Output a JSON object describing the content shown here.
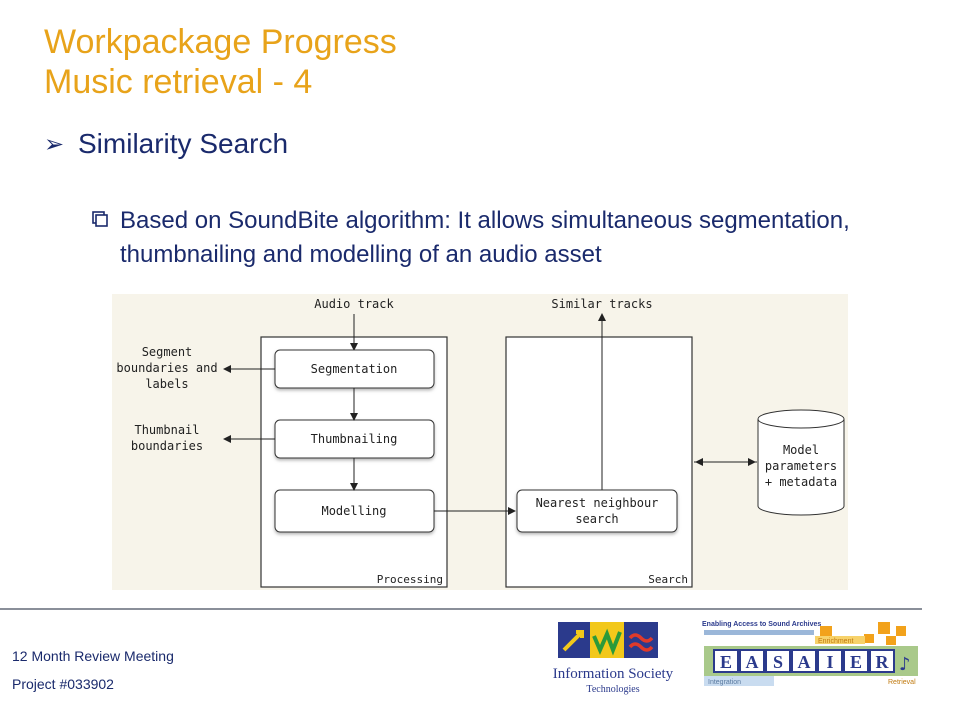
{
  "title": {
    "line1": "Workpackage Progress",
    "line2": "Music retrieval  - 4"
  },
  "bullet1": {
    "text": "Similarity Search"
  },
  "bullet2": {
    "text": "Based on SoundBite algorithm:  It allows simultaneous segmentation, thumbnailing and modelling of an audio asset"
  },
  "diagram": {
    "audio_track": "Audio track",
    "similar_tracks": "Similar tracks",
    "segment_out_1": "Segment",
    "segment_out_2": "boundaries and",
    "segment_out_3": "labels",
    "thumb_out_1": "Thumbnail",
    "thumb_out_2": "boundaries",
    "segmentation": "Segmentation",
    "thumbnailing": "Thumbnailing",
    "modelling": "Modelling",
    "nn_1": "Nearest neighbour",
    "nn_2": "search",
    "processing": "Processing",
    "search": "Search",
    "db_1": "Model",
    "db_2": "parameters",
    "db_3": "+ metadata"
  },
  "footer": {
    "meeting": "12 Month Review Meeting",
    "project": "Project #033902"
  },
  "logos": {
    "ist_1": "Information Society",
    "ist_2": "Technologies",
    "easaier_top": "Enabling Access to Sound Archives",
    "easaier_enrichment": "Enrichment",
    "easaier_integration": "Integration",
    "easaier_retrieval": "Retrieval",
    "easaier_letters": [
      "E",
      "A",
      "S",
      "A",
      "I",
      "E",
      "R"
    ]
  },
  "colors": {
    "title": "#E8A31A",
    "text": "#1a2a6c"
  }
}
